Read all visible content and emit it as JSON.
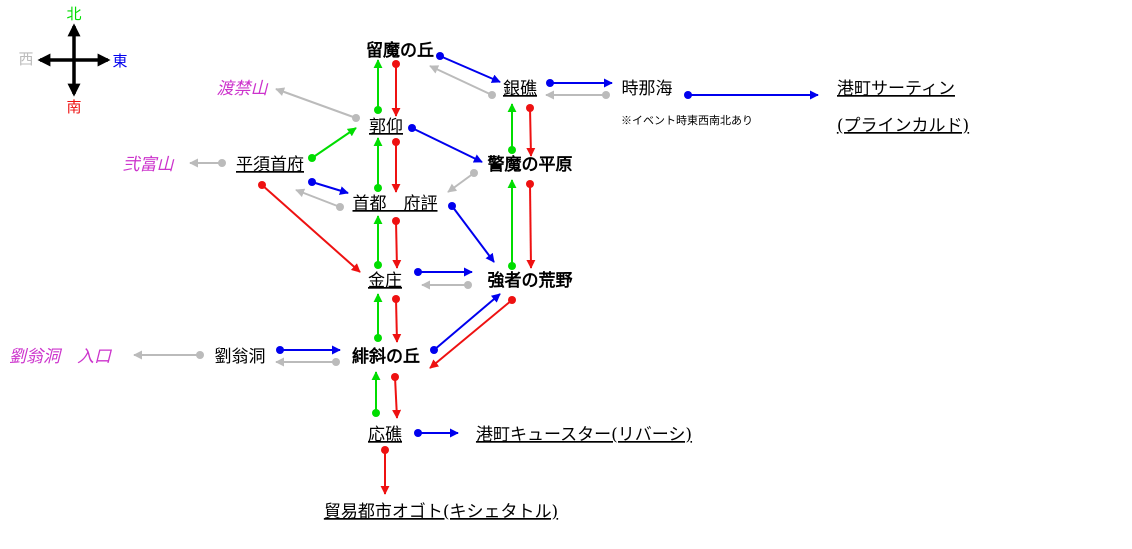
{
  "compass": {
    "north": "北",
    "south": "南",
    "east": "東",
    "west": "西"
  },
  "nodes": {
    "ryuma_no_oka": "留魔の丘",
    "kakugyo": "郭仰",
    "shuto_fuhyo": "首都　府評",
    "kinsho": "金庄",
    "haisha_no_oka": "緋斜の丘",
    "osho": "応礁",
    "boeki_toshi": "貿易都市オゴト(キシェタトル)",
    "ginsho": "銀礁",
    "jinakai": "時那海",
    "satin_1": "港町サーティン",
    "satin_2": "(プラインカルド)",
    "keima_no_heigen": "警魔の平原",
    "kyosha_no_koya": "強者の荒野",
    "hirasu_shufu": "平須首府",
    "ryuokido": "劉翁洞",
    "cuester": "港町キュースター(リバーシ)",
    "togonzan": "渡禁山",
    "shikifuzan": "弐富山",
    "ryuokido_entrance": "劉翁洞　入口"
  },
  "note": "※イベント時東西南北あり",
  "colors": {
    "north": "#00dd00",
    "south": "#ee1111",
    "east": "#0000ee",
    "west": "#bbbbbb",
    "outside_text": "#cc33cc"
  }
}
